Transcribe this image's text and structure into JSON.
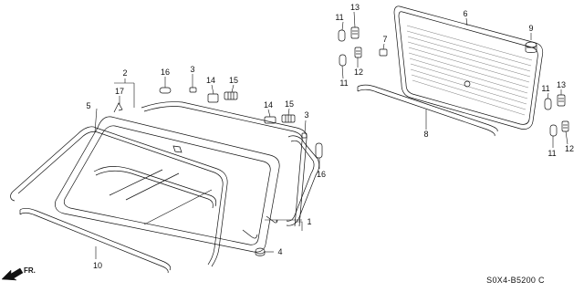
{
  "diagram": {
    "callouts": {
      "c1": "1",
      "c2": "2",
      "c3a": "3",
      "c3b": "3",
      "c4": "4",
      "c5": "5",
      "c6": "6",
      "c7": "7",
      "c8": "8",
      "c9": "9",
      "c10": "10",
      "c11a": "11",
      "c11b": "11",
      "c11c": "11",
      "c11d": "11",
      "c12a": "12",
      "c12b": "12",
      "c13a": "13",
      "c13b": "13",
      "c14a": "14",
      "c14b": "14",
      "c15a": "15",
      "c15b": "15",
      "c16a": "16",
      "c16b": "16",
      "c17": "17"
    },
    "direction_label": "FR.",
    "part_code": "S0X4-B5200 C"
  }
}
